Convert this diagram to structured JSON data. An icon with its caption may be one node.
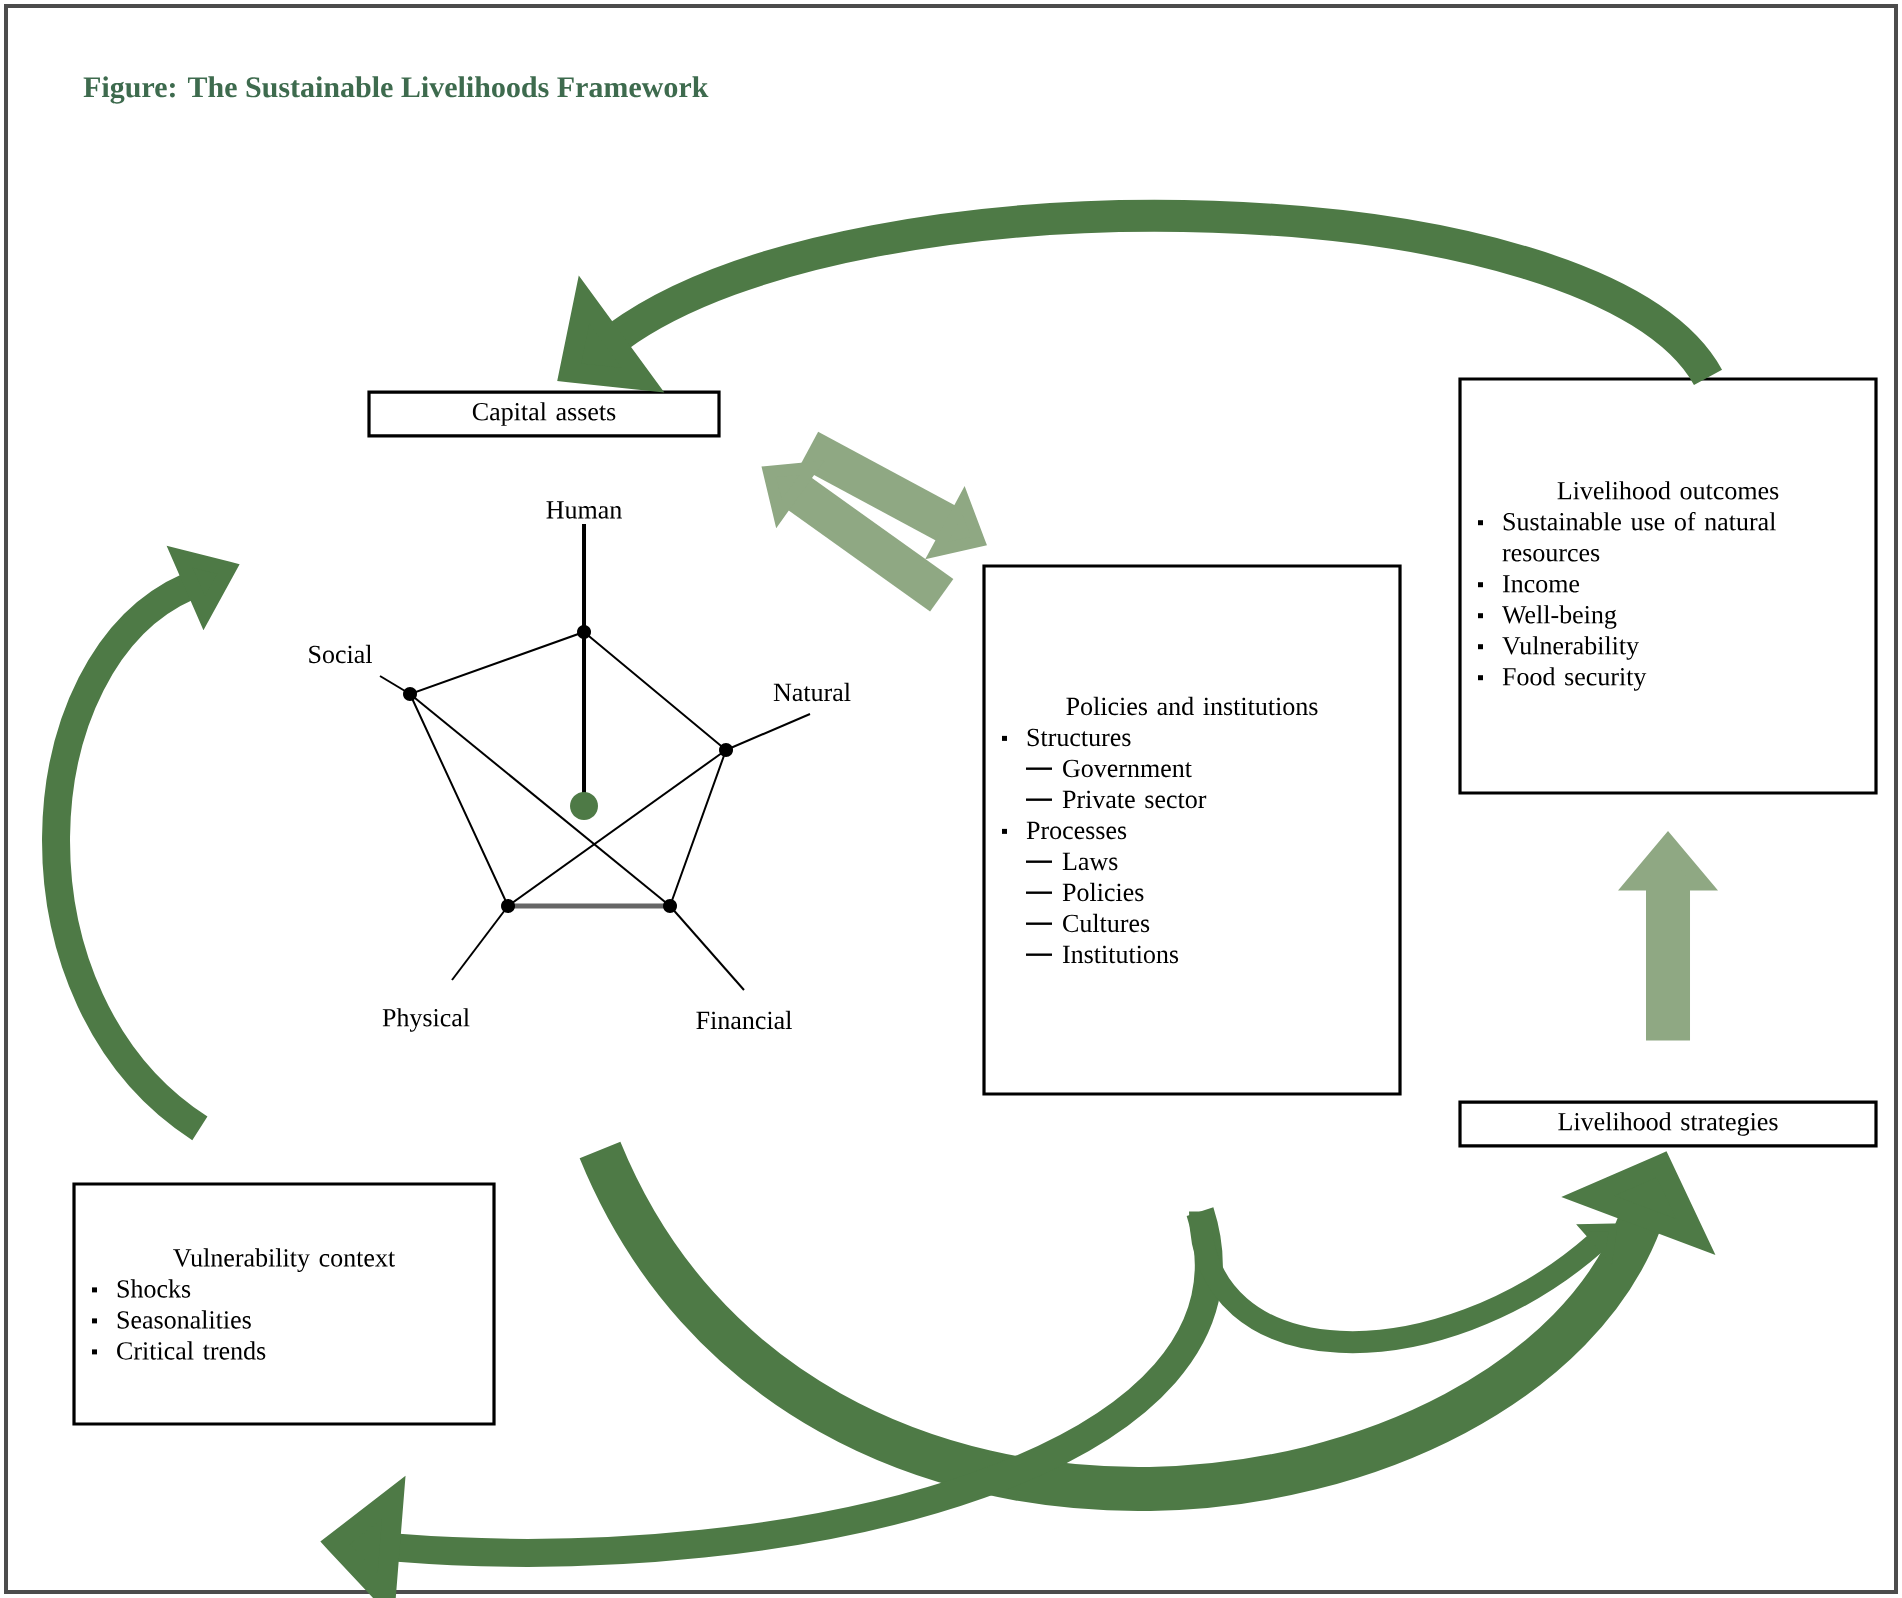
{
  "diagram": {
    "title": "Figure: The Sustainable Livelihoods Framework",
    "nodes": [
      {
        "text": [
          "Capital assets"
        ]
      },
      {
        "text": [
          "Livelihood outcomes",
          "Sustainable use of natural resources",
          "Income",
          "Well-being",
          "Vulnerability",
          "Food security"
        ]
      },
      {
        "text": [
          "Policies and institutions",
          "Structures",
          "Government",
          "Private sector",
          "Processes",
          "Laws",
          "Policies",
          "Cultures",
          "Institutions"
        ]
      },
      {
        "text": [
          "Livelihood strategies"
        ]
      },
      {
        "text": [
          "Vulnerability context",
          "Shocks",
          "Seasonalities",
          "Critical trends"
        ]
      }
    ],
    "edges": [
      {
        "from": 1,
        "to": 0,
        "arrow": "to"
      },
      {
        "from": 0,
        "to": 2,
        "arrow": "to",
        "color": "#8fa883"
      },
      {
        "from": 2,
        "to": 0,
        "arrow": "to",
        "color": "#8fa883"
      },
      {
        "from": 3,
        "to": 1,
        "arrow": "to",
        "color": "#8fa883"
      },
      {
        "from": 4,
        "to": null,
        "arrow": "to"
      },
      {
        "from": null,
        "to": 3,
        "arrow": "to"
      },
      {
        "from": 2,
        "to": 4,
        "arrow": "to"
      },
      {
        "from": 2,
        "to": 3,
        "arrow": "to"
      }
    ],
    "labels": [
      "Human",
      "Social",
      "Natural",
      "Physical",
      "Financial"
    ]
  }
}
